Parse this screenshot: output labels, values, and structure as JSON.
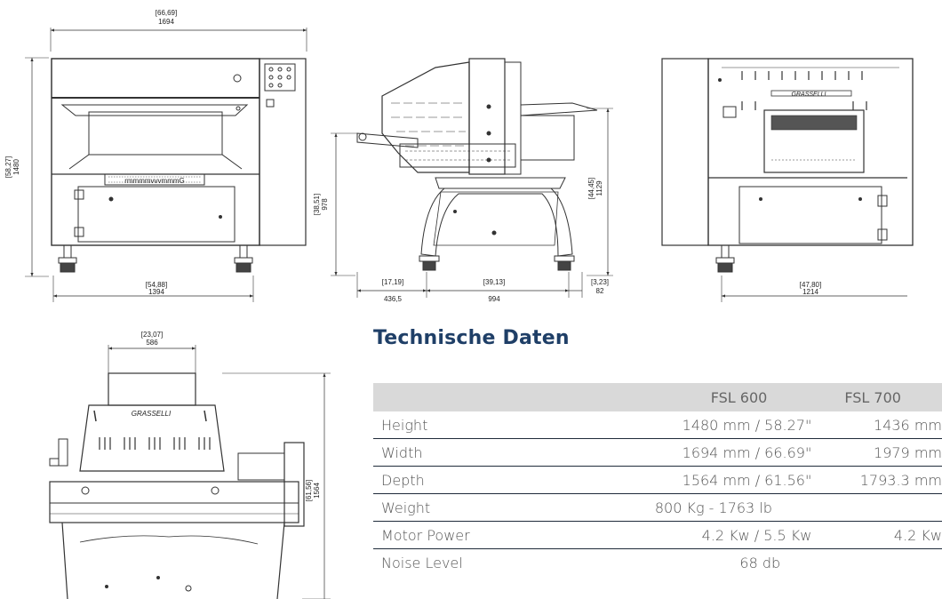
{
  "drawings": {
    "front": {
      "width_in": "[66,69]",
      "width_mm": "1694",
      "height_in": "[58,27]",
      "height_mm": "1480",
      "base_in": "[54,88]",
      "base_mm": "1394",
      "logo_text": "rmmmmvvvmmmG"
    },
    "side": {
      "height1_in": "[38,51]",
      "height1_mm": "978",
      "height2_in": "[44,45]",
      "height2_mm": "1129",
      "seg1_in": "[17,19]",
      "seg1_mm": "436,5",
      "seg2_in": "[39,13]",
      "seg2_mm": "994",
      "seg3_in": "[3,23]",
      "seg3_mm": "82"
    },
    "rear": {
      "width_in": "[47,80]",
      "width_mm": "1214",
      "brand": "GRASSELLI"
    },
    "top": {
      "width_in": "[23,07]",
      "width_mm": "586",
      "depth_in": "[61,56]",
      "depth_mm": "1564",
      "brand": "GRASSELLI"
    }
  },
  "section_title": "Technische Daten",
  "table": {
    "headers": [
      "",
      "FSL 600",
      "FSL 700"
    ],
    "rows": [
      {
        "label": "Height",
        "v1": "1480 mm / 58.27\"",
        "v2": "1436 mm"
      },
      {
        "label": "Width",
        "v1": "1694 mm /  66.69\"",
        "v2": "1979 mm"
      },
      {
        "label": "Depth",
        "v1": "1564 mm / 61.56\"",
        "v2": "1793.3 mm"
      },
      {
        "label": "Weight",
        "v1": "800 Kg - 1763 lb",
        "v2": ""
      },
      {
        "label": "Motor Power",
        "v1": "4.2 Kw / 5.5 Kw",
        "v2": "4.2 Kw"
      }
    ],
    "noise": {
      "label": "Noise Level",
      "value": "68 db"
    }
  }
}
